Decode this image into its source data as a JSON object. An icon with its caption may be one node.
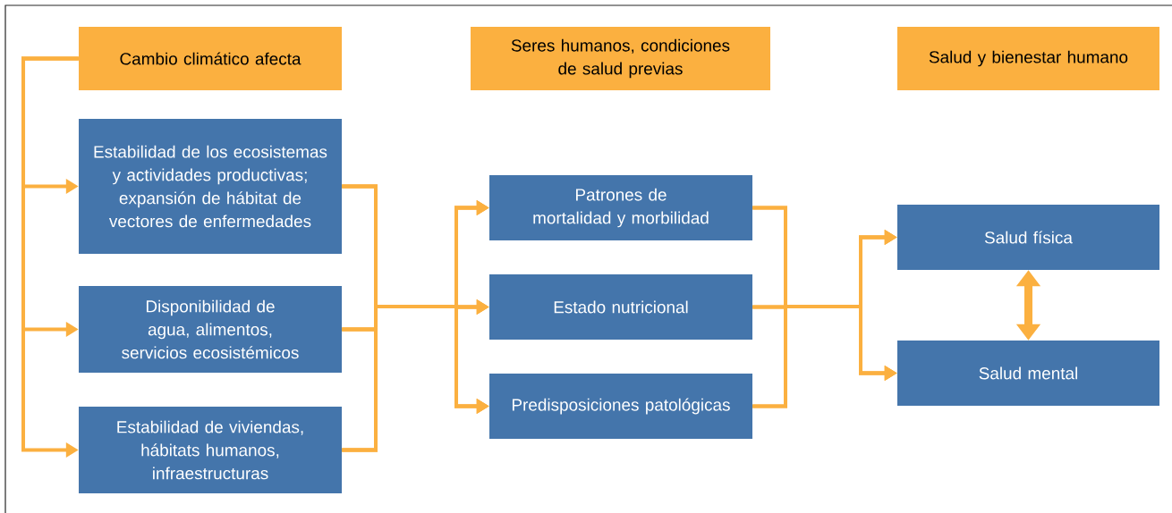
{
  "diagram": {
    "nodes": [
      {
        "text": [
          "Cambio climático afecta"
        ]
      },
      {
        "text": [
          "Seres humanos, condiciones de salud previas"
        ]
      },
      {
        "text": [
          "Salud y bienestar humano"
        ]
      },
      {
        "text": [
          "Estabilidad de los ecosistemas y actividades productivas; expansión de hábitat de vectores de enfermedades"
        ]
      },
      {
        "text": [
          "Disponibilidad de agua, alimentos, servicios ecosistémicos"
        ]
      },
      {
        "text": [
          "Estabilidad de viviendas, hábitats humanos, infraestructuras"
        ]
      },
      {
        "text": [
          "Patrones de mortalidad y morbilidad"
        ]
      },
      {
        "text": [
          "Estado nutricional"
        ]
      },
      {
        "text": [
          "Predisposiciones patológicas"
        ]
      },
      {
        "text": [
          "Salud física"
        ]
      },
      {
        "text": [
          "Salud mental"
        ]
      }
    ],
    "edges": [
      {
        "from": 0,
        "to": 3,
        "arrow": "to"
      },
      {
        "from": 0,
        "to": 4,
        "arrow": "to"
      },
      {
        "from": 0,
        "to": 5,
        "arrow": "to"
      },
      {
        "from": 3,
        "to": 6,
        "arrow": "to"
      },
      {
        "from": 3,
        "to": 7,
        "arrow": "to"
      },
      {
        "from": 3,
        "to": 8,
        "arrow": "to"
      },
      {
        "from": 4,
        "to": 6,
        "arrow": "to"
      },
      {
        "from": 4,
        "to": 7,
        "arrow": "to"
      },
      {
        "from": 4,
        "to": 8,
        "arrow": "to"
      },
      {
        "from": 5,
        "to": 6,
        "arrow": "to"
      },
      {
        "from": 5,
        "to": 7,
        "arrow": "to"
      },
      {
        "from": 5,
        "to": 8,
        "arrow": "to"
      },
      {
        "from": 6,
        "to": 9,
        "arrow": "to"
      },
      {
        "from": 6,
        "to": 10,
        "arrow": "to"
      },
      {
        "from": 7,
        "to": 9,
        "arrow": "to"
      },
      {
        "from": 7,
        "to": 10,
        "arrow": "to"
      },
      {
        "from": 8,
        "to": 9,
        "arrow": "to"
      },
      {
        "from": 8,
        "to": 10,
        "arrow": "to"
      },
      {
        "from": 9,
        "to": 10,
        "arrow": "both",
        "style": "thick"
      }
    ]
  }
}
